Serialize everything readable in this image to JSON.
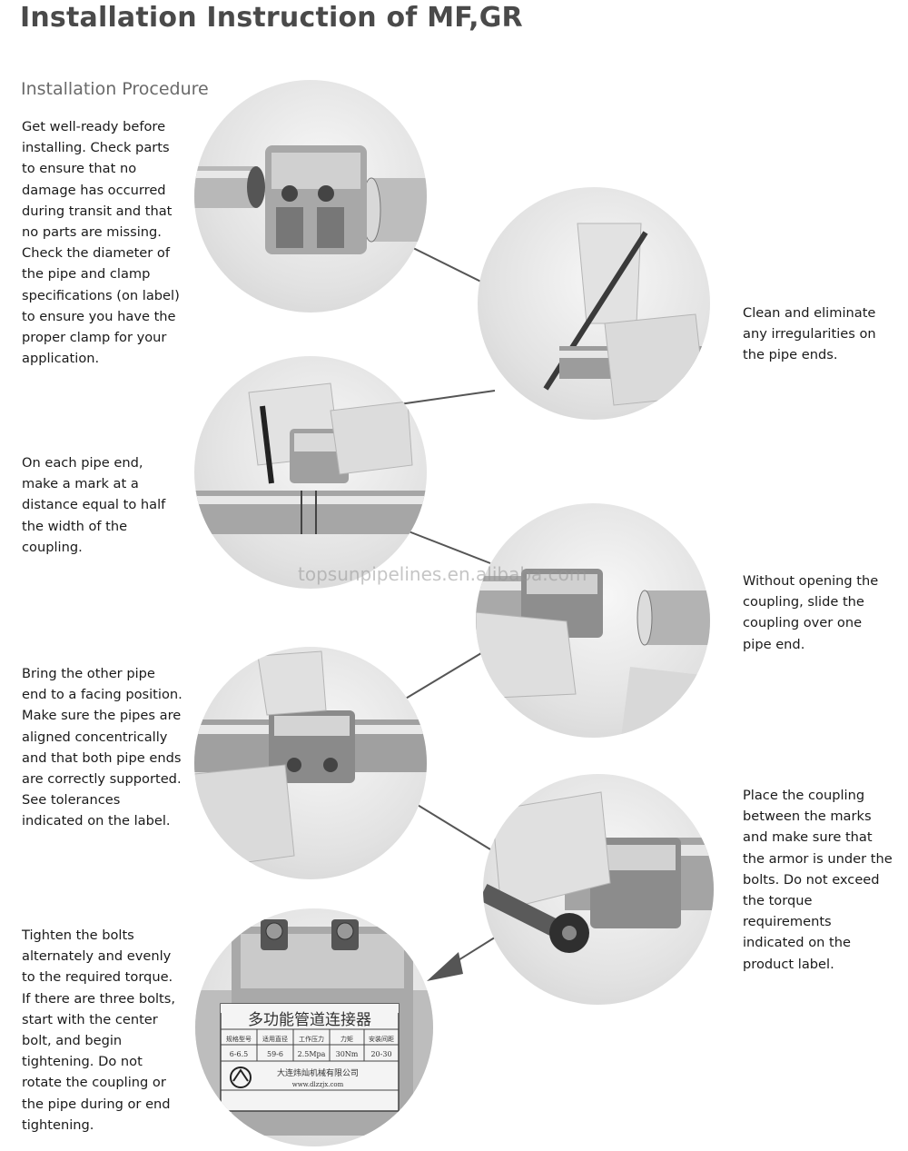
{
  "title": "Installation Instruction of MF,GR",
  "subtitle": "Installation Procedure",
  "watermark": "topsunpipelines.en.alibaba.com",
  "steps": [
    {
      "text": "Get well-ready before installing. Check parts to ensure that no damage has occurred during transit and that no parts are missing. Check the diameter of the pipe and clamp specifications (on label) to ensure you have the proper clamp for your application."
    },
    {
      "text": "Clean and eliminate any irregularities on the pipe ends."
    },
    {
      "text": "On each pipe end, make a mark at a distance equal to half the width of the coupling."
    },
    {
      "text": "Without opening the coupling, slide the coupling over one pipe end."
    },
    {
      "text": "Bring the other pipe end to a facing position. Make sure the pipes are aligned concentrically and that both pipe ends are correctly supported. See tolerances indicated on the label."
    },
    {
      "text": "Place the coupling between the marks and make sure that the armor is under the bolts. Do not exceed the torque requirements indicated on the product label."
    },
    {
      "text": "Tighten the bolts alternately and evenly to the required torque. If there are three bolts, start with the center bolt, and begin tightening. Do not rotate the coupling or the pipe during or end tightening."
    }
  ],
  "label": {
    "heading": "多功能管道连接器",
    "cols": [
      "规格型号",
      "适用直径",
      "工作压力",
      "力矩",
      "安装间距"
    ],
    "vals": [
      "6-6.5",
      "59-6",
      "2.5Mpa",
      "30Nm",
      "20-30"
    ],
    "maker": "大连炜灿机械有限公司",
    "web": "www.dlzzjx.com"
  },
  "colors": {
    "title": "#4a4a4a",
    "subtitle": "#6a6a6a",
    "text": "#1a1a1a",
    "connector": "#555555"
  }
}
